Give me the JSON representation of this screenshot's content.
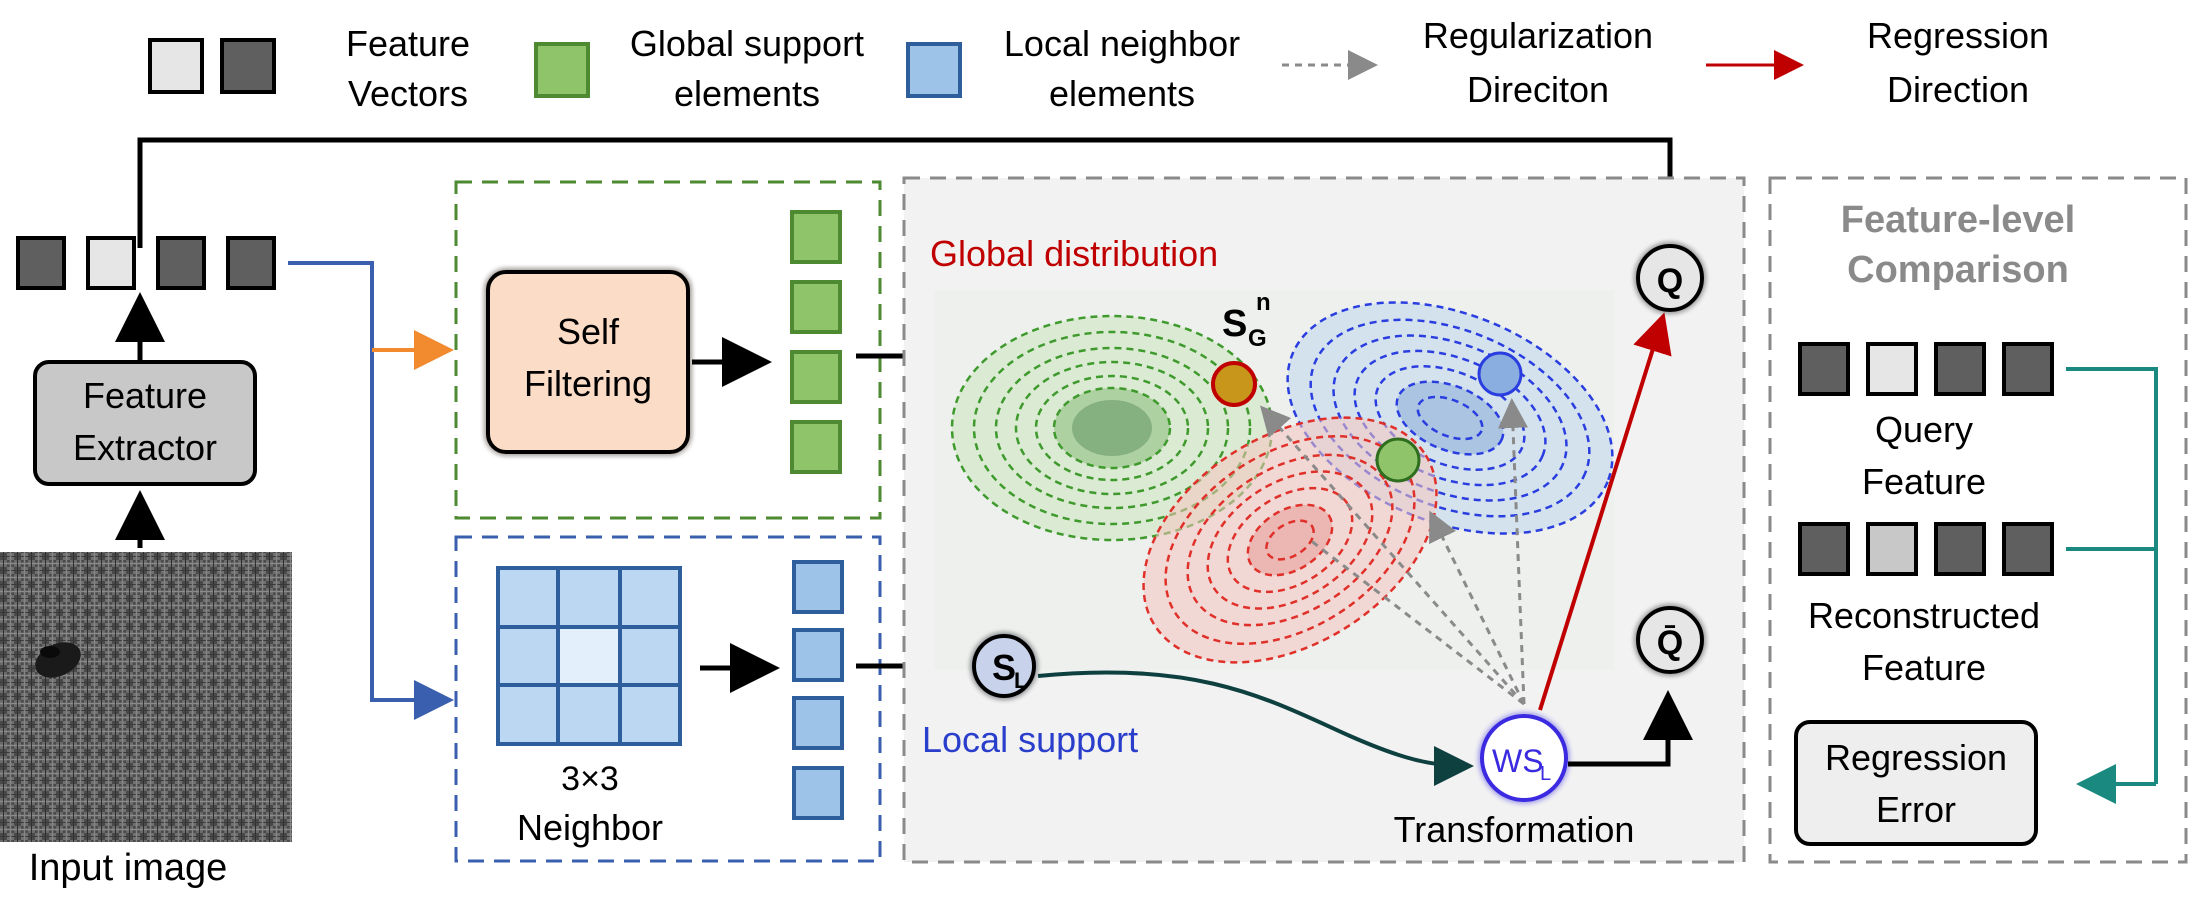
{
  "legend": {
    "feature_vectors": [
      "Feature",
      "Vectors"
    ],
    "global_support": [
      "Global support",
      "elements"
    ],
    "local_neighbor": [
      "Local neighbor",
      "elements"
    ],
    "regularization": [
      "Regularization",
      "Direciton"
    ],
    "regression": [
      "Regression",
      "Direction"
    ]
  },
  "left": {
    "feature_extractor": [
      "Feature",
      "Extractor"
    ],
    "input_image": "Input image"
  },
  "global_branch": {
    "self_filtering": [
      "Self",
      "Filtering"
    ]
  },
  "local_branch": {
    "neighbor": [
      "3×3",
      "Neighbor"
    ]
  },
  "center": {
    "global_distribution": "Global distribution",
    "sg_main": "S",
    "sg_sub": "G",
    "sg_sup": "n",
    "sl_main": "S",
    "sl_sub": "L",
    "local_support": "Local support",
    "ws_main": "WS",
    "ws_sub": "L",
    "transformation": "Transformation",
    "q": "Q",
    "q_bar": "Q̄"
  },
  "right": {
    "title": [
      "Feature-level",
      "Comparison"
    ],
    "query_feature": [
      "Query",
      "Feature"
    ],
    "reconstructed_feature": [
      "Reconstructed",
      "Feature"
    ],
    "regression_error": [
      "Regression",
      "Error"
    ]
  },
  "colors": {
    "green_fill": "#8fc46a",
    "green_stroke": "#4e8a32",
    "blue_fill": "#9ec3e8",
    "blue_stroke": "#2f5e9c",
    "dark_gray": "#5f5f5f",
    "light_gray": "#e6e6e6",
    "orange": "#f28a30",
    "red": "#c00000",
    "teal": "#1a8a80",
    "navy": "#3a5fae",
    "peach": "#fbdcc6"
  }
}
